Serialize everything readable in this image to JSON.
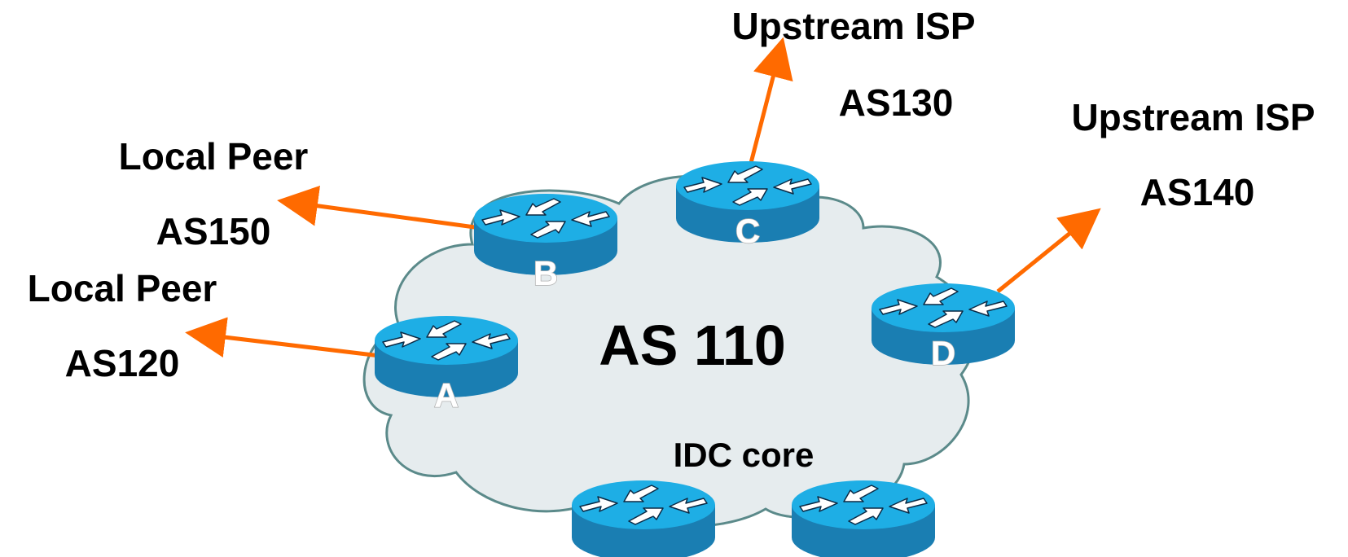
{
  "center_label": "AS 110",
  "core_label": "IDC core",
  "colors": {
    "cloud_fill": "#e6ecee",
    "cloud_stroke": "#5b8a8a",
    "router_top": "#1eaee5",
    "router_side": "#1a7eb2",
    "arrow": "#ff6a00"
  },
  "router_icon": "router-icon",
  "routers": [
    {
      "id": "a",
      "label": "A"
    },
    {
      "id": "b",
      "label": "B"
    },
    {
      "id": "c",
      "label": "C"
    },
    {
      "id": "d",
      "label": "D"
    },
    {
      "id": "core1",
      "label": ""
    },
    {
      "id": "core2",
      "label": ""
    }
  ],
  "peers": [
    {
      "id": "c",
      "name": "Upstream ISP",
      "as": "AS130"
    },
    {
      "id": "d",
      "name": "Upstream ISP",
      "as": "AS140"
    },
    {
      "id": "b",
      "name": "Local Peer",
      "as": "AS150"
    },
    {
      "id": "a",
      "name": "Local Peer",
      "as": "AS120"
    }
  ]
}
